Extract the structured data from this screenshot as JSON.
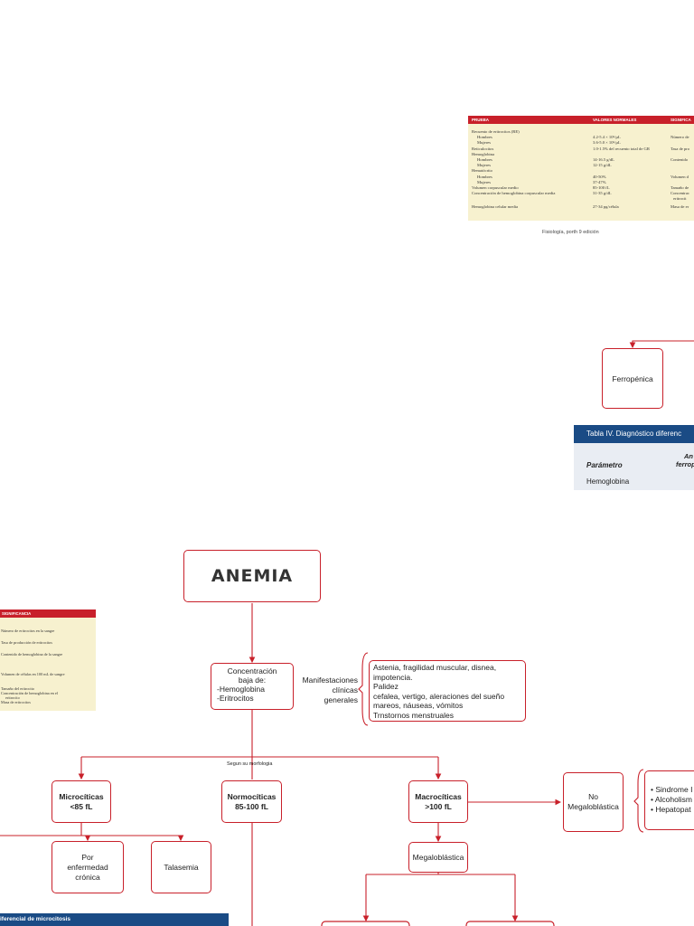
{
  "reference_table": {
    "headers": [
      "PRUEBA",
      "VALORES NORMALES",
      "SIGNIFICA"
    ],
    "rows": [
      {
        "test": "Recuento de eritrocitos (RE)",
        "value": "",
        "sig": ""
      },
      {
        "test": "Hombres",
        "value": "4.2-5.4 × 10⁶/µL",
        "sig": "Número de"
      },
      {
        "test": "Mujeres",
        "value": "3.6-5.0 × 10⁶/µL",
        "sig": ""
      },
      {
        "test": "Reticulocitos",
        "value": "1.0-1.5% del recuento total de GR",
        "sig": "Tasa de pro"
      },
      {
        "test": "Hemoglobina",
        "value": "",
        "sig": ""
      },
      {
        "test": "Hombres",
        "value": "14-16.5 g/dL",
        "sig": "Contenido"
      },
      {
        "test": "Mujeres",
        "value": "12-15 g/dL",
        "sig": ""
      },
      {
        "test": "Hematócrito",
        "value": "",
        "sig": ""
      },
      {
        "test": "Hombres",
        "value": "40-50%",
        "sig": "Volumen d"
      },
      {
        "test": "Mujeres",
        "value": "37-47%",
        "sig": ""
      },
      {
        "test": "Volumen corpuscular medio",
        "value": "85-100 fL",
        "sig": "Tamaño de"
      },
      {
        "test": "Concentración de hemoglobina corpuscular media",
        "value": "31-35 g/dL",
        "sig": "Concentrac"
      },
      {
        "test": "",
        "value": "",
        "sig": "eritrocit"
      },
      {
        "test": "Hemoglobina celular media",
        "value": "27-34 pg/célula",
        "sig": "Masa de er"
      }
    ],
    "caption": "Fisiología, porth 9 edición"
  },
  "significance_table": {
    "header": "SIGNIFICANCIA",
    "items": [
      "Número de eritrocitos en la sangre",
      "Tasa de producción de eritrocitos",
      "Contenido de hemoglobina de la sangre",
      "Volumen de células en 100 mL de sangre",
      "Tamaño del eritrocito",
      "Concentración de hemoglobina en el",
      "eritrocito",
      "Masa de eritrocitos"
    ]
  },
  "tabla_iv": {
    "title": "Tabla IV.  Diagnóstico diferenc",
    "col_header_a": "An",
    "col_header_b": "ferrop",
    "param_label": "Parámetro",
    "row1": "Hemoglobina"
  },
  "diagram": {
    "ferropenica": "Ferropénica",
    "anemia": "ANEMIA",
    "concentracion_title": "Concentración baja de:",
    "concentracion_l1": "-Hemoglobina",
    "concentracion_l2": "-Eritrocitos",
    "manifestaciones_l1": "Manifestaciones",
    "manifestaciones_l2": "clínicas",
    "manifestaciones_l3": "generales",
    "symptoms": [
      "Astenia, fragilidad muscular, disnea,",
      "impotencia.",
      "Palidez",
      "cefalea, vertigo, aleraciones del sueño",
      "mareos, náuseas, vómitos",
      "Trnstornos menstruales"
    ],
    "segun_morfologia": "Segun su morfologia",
    "microciticas_l1": "Microcíticas",
    "microciticas_l2": "<85 fL",
    "normociticas_l1": "Normocíticas",
    "normociticas_l2": "85-100 fL",
    "macrociticas_l1": "Macrocíticas",
    "macrociticas_l2": ">100 fL",
    "no_megalo_l1": "No",
    "no_megalo_l2": "Megaloblástica",
    "no_megalo_causes": [
      "• Sindrome I",
      "• Alcoholism",
      "• Hepatopat"
    ],
    "por_enfermedad_l1": "Por",
    "por_enfermedad_l2": "enfermedad",
    "por_enfermedad_l3": "crónica",
    "talasemia": "Talasemia",
    "megaloblastica": "Megaloblástica",
    "bottom_bar": "iferencial de microcitosis"
  },
  "colors": {
    "accent_red": "#c8202a",
    "navy": "#1a4b85",
    "table_cream": "#f7f1cf"
  }
}
